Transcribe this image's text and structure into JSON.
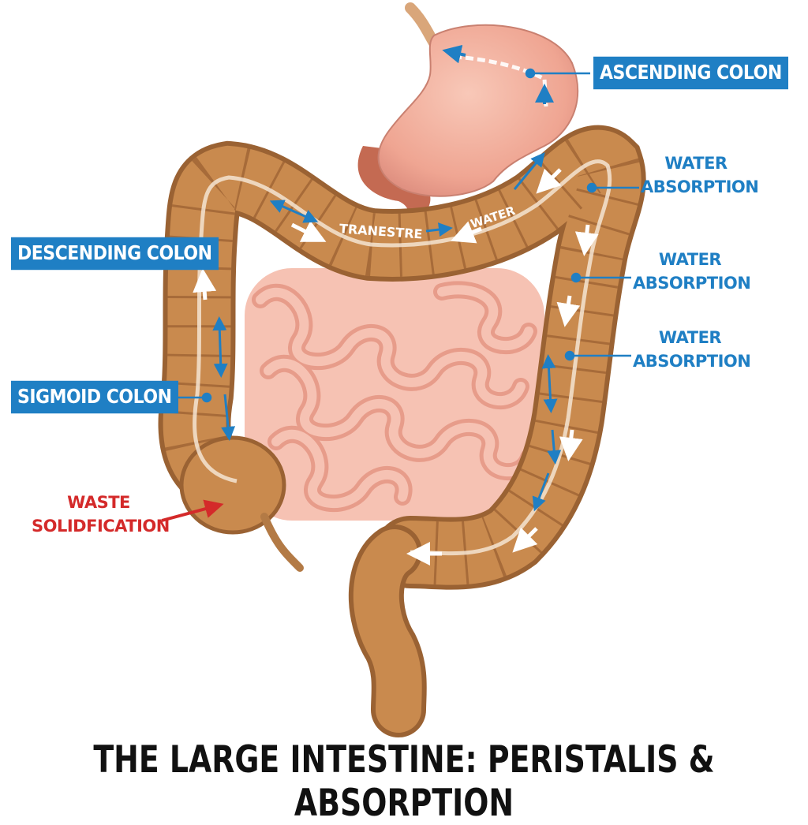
{
  "labels": {
    "ascending_colon": "ASCENDING COLON",
    "descending_colon": "DESCENDING COLON",
    "sigmoid_colon": "SIGMOID COLON",
    "water_absorption_1_line1": "WATER",
    "water_absorption_1_line2": "ABSORPTION",
    "water_absorption_2_line1": "WATER",
    "water_absorption_2_line2": "ABSORPTION",
    "water_absorption_3_line1": "WATER",
    "water_absorption_3_line2": "ABSORPTION",
    "waste_line1": "WASTE",
    "waste_line2": "SOLIDFICATION",
    "transverse_inline": "TRANESTRE",
    "water_inline": "WATER"
  },
  "title": "THE LARGE INTESTINE: PERISTALIS & ABSORPTION",
  "colors": {
    "label_blue": "#1f7fc4",
    "waste_red": "#d42a2a",
    "colon_brown": "#c98a4e",
    "small_intestine_pink": "#f2b3a4",
    "stomach_pink": "#f0a996"
  }
}
